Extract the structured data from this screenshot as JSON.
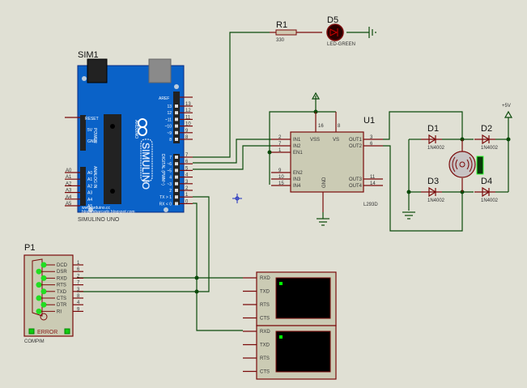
{
  "arduino": {
    "ref": "SIM1",
    "name": "SIMULINO UNO",
    "brand": "SIMULINO",
    "sub": "ARDUINO",
    "url1": "www.arduino.cc",
    "url2": "blogembarcado.blogspot.com",
    "power_label": "POWER",
    "analog_label": "ANALOG IN",
    "digital_label": "DIGITAL (PWM~)",
    "left_pins": [
      "RESET",
      "5V",
      "GND"
    ],
    "analog_pins": [
      "A0",
      "A1",
      "A2",
      "A3",
      "A4",
      "A5"
    ],
    "aref": "AREF",
    "top_pins": [
      "13",
      "12",
      "~11",
      "~10",
      "~9",
      "8"
    ],
    "top_nums": [
      "13",
      "12",
      "11",
      "10",
      "9",
      "8"
    ],
    "bot_pins": [
      "7",
      "~6",
      "~5",
      "4",
      "~3",
      "2",
      "TX > 1",
      "RX < 0"
    ],
    "bot_nums": [
      "7",
      "6",
      "5",
      "4",
      "3",
      "2",
      "1",
      "0"
    ],
    "board_color": "#0a62c8"
  },
  "resistor": {
    "ref": "R1",
    "value": "330"
  },
  "led": {
    "ref": "D5",
    "value": "LED-GREEN"
  },
  "driver": {
    "ref": "U1",
    "part": "L293D",
    "pins_left": [
      {
        "n": "2",
        "l": "IN1"
      },
      {
        "n": "7",
        "l": "IN2"
      },
      {
        "n": "1",
        "l": "EN1"
      },
      {
        "n": "9",
        "l": "EN2"
      },
      {
        "n": "10",
        "l": "IN3"
      },
      {
        "n": "15",
        "l": "IN4"
      }
    ],
    "pins_top": [
      {
        "n": "16",
        "l": "VSS"
      },
      {
        "n": "8",
        "l": "VS"
      }
    ],
    "pins_right": [
      {
        "n": "3",
        "l": "OUT1"
      },
      {
        "n": "6",
        "l": "OUT2"
      },
      {
        "n": "11",
        "l": "OUT3"
      },
      {
        "n": "14",
        "l": "OUT4"
      }
    ],
    "gnd": "GND"
  },
  "diodes": [
    {
      "ref": "D1",
      "value": "1N4002"
    },
    {
      "ref": "D2",
      "value": "1N4002"
    },
    {
      "ref": "D3",
      "value": "1N4002"
    },
    {
      "ref": "D4",
      "value": "1N4002"
    }
  ],
  "supply": "+5V",
  "compim": {
    "ref": "P1",
    "name": "COMPIM",
    "error": "ERROR",
    "pins": [
      {
        "l": "DCD",
        "n": "1"
      },
      {
        "l": "DSR",
        "n": "6"
      },
      {
        "l": "RXD",
        "n": "2"
      },
      {
        "l": "RTS",
        "n": "7"
      },
      {
        "l": "TXD",
        "n": "3"
      },
      {
        "l": "CTS",
        "n": "8"
      },
      {
        "l": "DTR",
        "n": "4"
      },
      {
        "l": "RI",
        "n": "9"
      }
    ]
  },
  "terminals": [
    {
      "pins": [
        "RXD",
        "TXD",
        "RTS",
        "CTS"
      ]
    },
    {
      "pins": [
        "RXD",
        "TXD",
        "RTS",
        "CTS"
      ]
    }
  ]
}
